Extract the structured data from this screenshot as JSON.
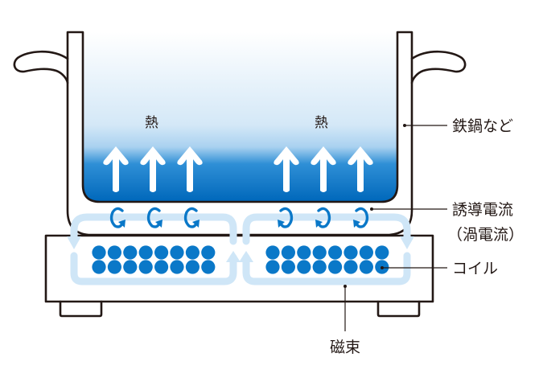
{
  "title": "IH調理器の加熱原理",
  "colors": {
    "outline": "#231815",
    "coil": "#0a78c8",
    "eddy_current": "#0a78c8",
    "magnetic_flux": "#cfe6f7",
    "heat_gradient_top": "#ffffff",
    "heat_gradient_bottom": "#0a74c4",
    "heat_arrow": "#ffffff"
  },
  "labels": {
    "heat_left": "熱",
    "heat_right": "熱",
    "pot": "鉄鍋など",
    "eddy_current_line1": "誘導電流",
    "eddy_current_line2": "（渦電流）",
    "coil": "コイル",
    "magnetic_flux": "磁束"
  },
  "components": {
    "heat_arrows_per_side": 3,
    "eddy_loops_per_side": 3,
    "coil_rows": 2,
    "coil_dots_per_row_per_side": 8
  }
}
